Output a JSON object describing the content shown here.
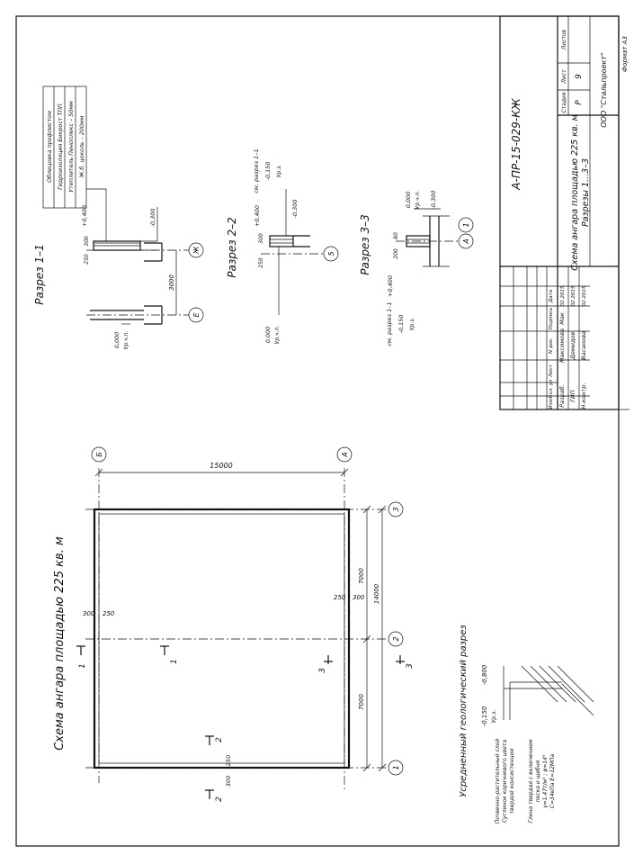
{
  "plan": {
    "title": "Схема ангара площадью 225 кв. м",
    "overall_dim": "15000",
    "overall_side": "14000",
    "span_dim": "7000",
    "wall_dim_300": "300",
    "wall_dim_250": "250",
    "axes": [
      "Б",
      "А",
      "1",
      "2",
      "3"
    ],
    "cut_labels": [
      "1",
      "2",
      "3"
    ]
  },
  "geology": {
    "title": "Усредненный геологический разрез",
    "mark_top": "-0,150",
    "mark_top_sub": "Ур.з.",
    "mark_bottom": "-0,800",
    "layer1": [
      "Почвенно-растительный слой",
      "Суглинок коричневого цвета",
      "твердой консистенции"
    ],
    "layer2": [
      "Глина твердая с включением",
      "песка и щебня",
      "γ=1,47т/м³ ; φ=14°",
      "С=34кПа  Е=12МПа"
    ]
  },
  "sections": {
    "s11": {
      "title": "Разрез 1–1",
      "legend": [
        "Облицовка профлистом",
        "Гидроизоляция Бикрост ТПП",
        "Утеплитель Пеноплекс  – 50мм",
        "Ж.б. цоколь            – 200мм"
      ],
      "mark_plus": "+0,400",
      "mark_minus": "-0,300",
      "mark_zero": "0,000",
      "mark_zero_sub": "Ур.ч.п.",
      "dim_300": "300",
      "dim_250": "250",
      "dim_3000": "3000",
      "axis_left": "Ж",
      "axis_right": "Е"
    },
    "s22": {
      "title": "Разрез 2–2",
      "ref": "см. разрез 1–1",
      "mark_neg150": "-0,150",
      "mark_neg150_sub": "Ур.з.",
      "mark_plus": "+0,400",
      "mark_minus": "-0,300",
      "mark_zero": "0,000",
      "mark_zero_sub": "Ур.ч.п.",
      "dim_300": "300",
      "dim_250": "250",
      "axis": "5"
    },
    "s33": {
      "title": "Разрез 3–3",
      "ref": "см. разрез 1–1",
      "mark_neg150": "-0,150",
      "mark_neg150_sub": "Ур.з.",
      "mark_plus": "+0,400",
      "mark_minus": "-0,300",
      "mark_zero": "0,000",
      "mark_zero_sub": "Ур.ч.п.",
      "dim_200": "200",
      "dim_80": "80",
      "axes": [
        "А",
        "1"
      ]
    }
  },
  "title_block": {
    "doc_code": "А-ПР-15-029-КЖ",
    "name1": "Схема ангара площадью 225 кв. м",
    "name2": "Разрезы 1...3–3",
    "company": "ООО \"Стальпроект\"",
    "head": [
      "Изм.",
      "Кол. уч",
      "Лист",
      "N док.",
      "Подпись",
      "Дата"
    ],
    "rows": [
      {
        "role": "Разраб.",
        "name": "Максимова",
        "sign": "Мак",
        "date": "02.2015"
      },
      {
        "role": "ГИП",
        "name": "Демидов",
        "sign": "",
        "date": "02.2015"
      },
      {
        "role": "Н.контр.",
        "name": "Васанова",
        "sign": "",
        "date": "02.2015"
      }
    ],
    "stage_head": "Стадия",
    "sheet_head": "Лист",
    "sheets_head": "Листов",
    "stage": "Р",
    "sheet": "9"
  },
  "format_label": "Формат А3"
}
